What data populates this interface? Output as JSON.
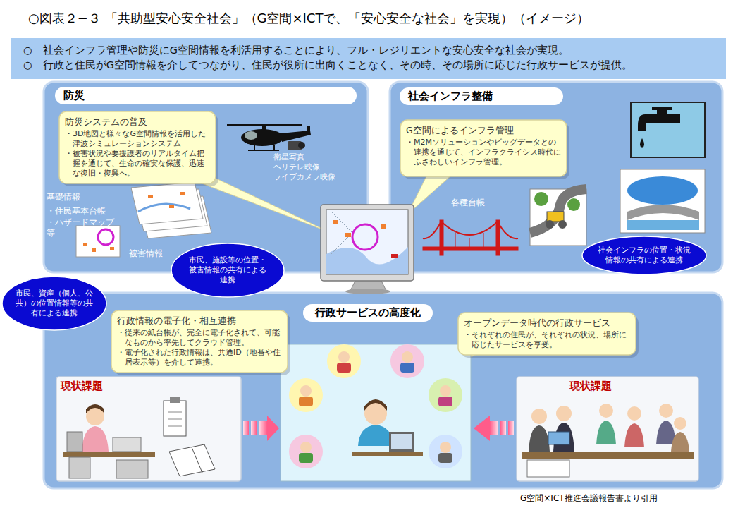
{
  "diagram": {
    "title": "○図表２−３ 「共助型安心安全社会」（G空間×ICTで、「安心安全な社会」を実現）（イメージ）",
    "caption": "G空間×ICT推進会議報告書より引用",
    "nodes": [
      {
        "text": [
          "○　社会インフラ管理や防災にG空間情報を利活用することにより、フル・レジリエントな安心安全な社会が実現。",
          "○　行政と住民がG空間情報を介してつながり、住民が役所に出向くことなく、その時、その場所に応じた行政サービスが提供。"
        ]
      },
      {
        "text": [
          "防災"
        ]
      },
      {
        "text": [
          "防災システムの普及",
          "・3D地図と様々なG空間情報を活用した津波シミュレーションシステム",
          "・被害状況や要援護者のリアルタイム把握を通じて、生命の確実な保護、迅速な復旧・復興へ。"
        ],
        "in": 1
      },
      {
        "text": [
          "市民、施設等の位置・被害情報の共有による連携"
        ]
      },
      {
        "text": [
          "社会インフラ整備"
        ]
      },
      {
        "text": [
          "G空間によるインフラ管理",
          "・M2Mソリューションやビッグデータとの連携を通じて、インフラクライシス時代にふさわしいインフラ管理。"
        ],
        "in": 4
      },
      {
        "text": [
          "社会インフラの位置・状況情報の共有による連携"
        ]
      },
      {
        "text": [
          "市民、資産（個人、公共）の位置情報等の共有による連携"
        ]
      },
      {
        "text": [
          "行政サービスの高度化"
        ]
      },
      {
        "text": [
          "行政情報の電子化・相互連携",
          "・従来の紙台帳が、完全に電子化されて、可能なものから率先してクラウド管理。",
          "・電子化された行政情報は、共通ID（地番や住居表示等）を介して連携。"
        ],
        "in": 8
      },
      {
        "text": [
          "オープンデータ時代の行政サービス",
          "・それぞれの住民が、それぞれの状況、場所に応じたサービスを享受。"
        ],
        "in": 8
      },
      {
        "text": [
          "現状課題"
        ],
        "in": 8
      },
      {
        "text": [
          "現状課題"
        ],
        "in": 8
      }
    ],
    "labels": [
      "衛星写真 ヘリテレ映像 ライブカメラ映像",
      "基礎情報",
      "・住民基本台帳",
      "・ハザードマップ 等",
      "被害情報",
      "各種台帳"
    ]
  }
}
